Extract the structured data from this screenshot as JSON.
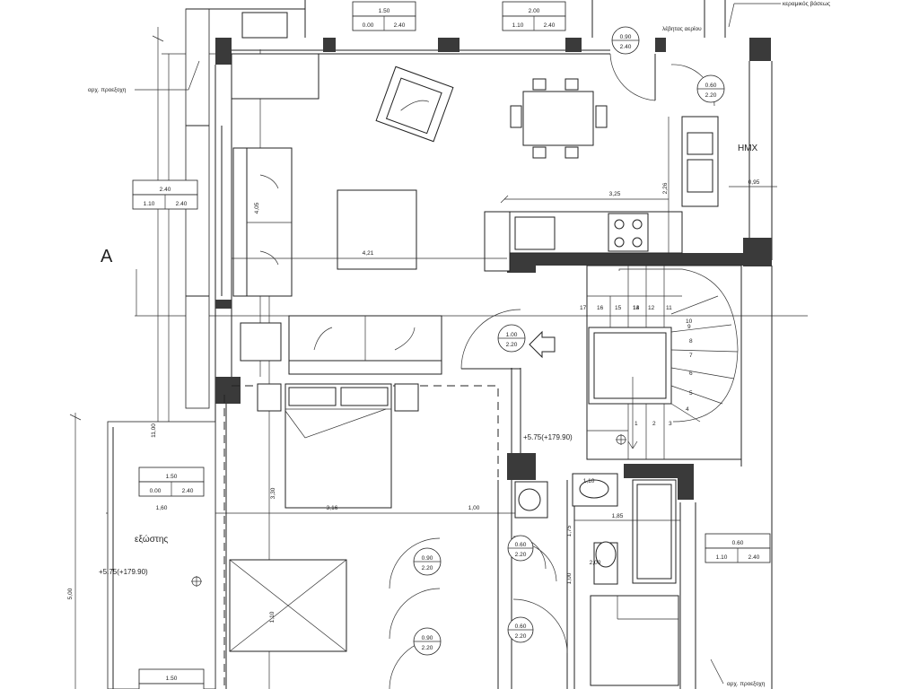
{
  "labels": {
    "section_marker": "A",
    "hmx": "HMX",
    "balcony": "εξώστης",
    "existing_projection_left": "αρχ. προεξοχη",
    "existing_projection_right": "αρχ. προεξοχη",
    "top_right_label": "κεραμικός βάσεως",
    "threshold_label": "λέβητας αερίου",
    "level_main": "+5.75(+179.90)",
    "level_balcony": "+5.75(+179.90)"
  },
  "window_tags": [
    {
      "id": "w-top-1",
      "w": "1.50",
      "sill": "0.00",
      "h": "2.40"
    },
    {
      "id": "w-top-2",
      "w": "2.00",
      "sill": "1.10",
      "h": "2.40"
    },
    {
      "id": "w-left-1",
      "w": "2.40",
      "sill": "1.10",
      "h": "2.40"
    },
    {
      "id": "w-left-2",
      "w": "1.50",
      "sill": "0.00",
      "h": "2.40"
    },
    {
      "id": "w-right",
      "w": "0.60",
      "sill": "1.10",
      "h": "2.40"
    },
    {
      "id": "w-bottom",
      "w": "1.50",
      "sill": "",
      "h": ""
    }
  ],
  "door_tags": [
    {
      "id": "d-entry",
      "w": "1.00",
      "h": "2.20"
    },
    {
      "id": "d-top",
      "w": "0.90",
      "h": "2.40"
    },
    {
      "id": "d-kitchen",
      "w": "0.60",
      "h": "2.20"
    },
    {
      "id": "d-bed",
      "w": "0.90",
      "h": "2.20"
    },
    {
      "id": "d-closet",
      "w": "0.90",
      "h": "2.20"
    },
    {
      "id": "d-wc-1",
      "w": "0.60",
      "h": "2.20"
    },
    {
      "id": "d-wc-2",
      "w": "0.60",
      "h": "2.20"
    }
  ],
  "dimensions": {
    "living_width": "4,21",
    "kitchen_width": "3,25",
    "kitchen_depth": "2,26",
    "hmx_width": "0,95",
    "sofa_length": "4,05",
    "bedroom_width": "3,16",
    "bedroom_depth": "3,30",
    "corridor_width": "1,00",
    "bath_width": "1,85",
    "bath_depth": "1,75",
    "balcony_width": "1,60",
    "plan_height": "11,00",
    "lower_height": "5,00",
    "closet_depth": "1,10",
    "wc_width": "2,00",
    "wc_door": "1,00",
    "sink_label": "1,10"
  },
  "stair_numbers": [
    "1",
    "2",
    "3",
    "4",
    "5",
    "6",
    "7",
    "8",
    "9",
    "10",
    "11",
    "12",
    "13",
    "14",
    "15",
    "16",
    "17"
  ]
}
